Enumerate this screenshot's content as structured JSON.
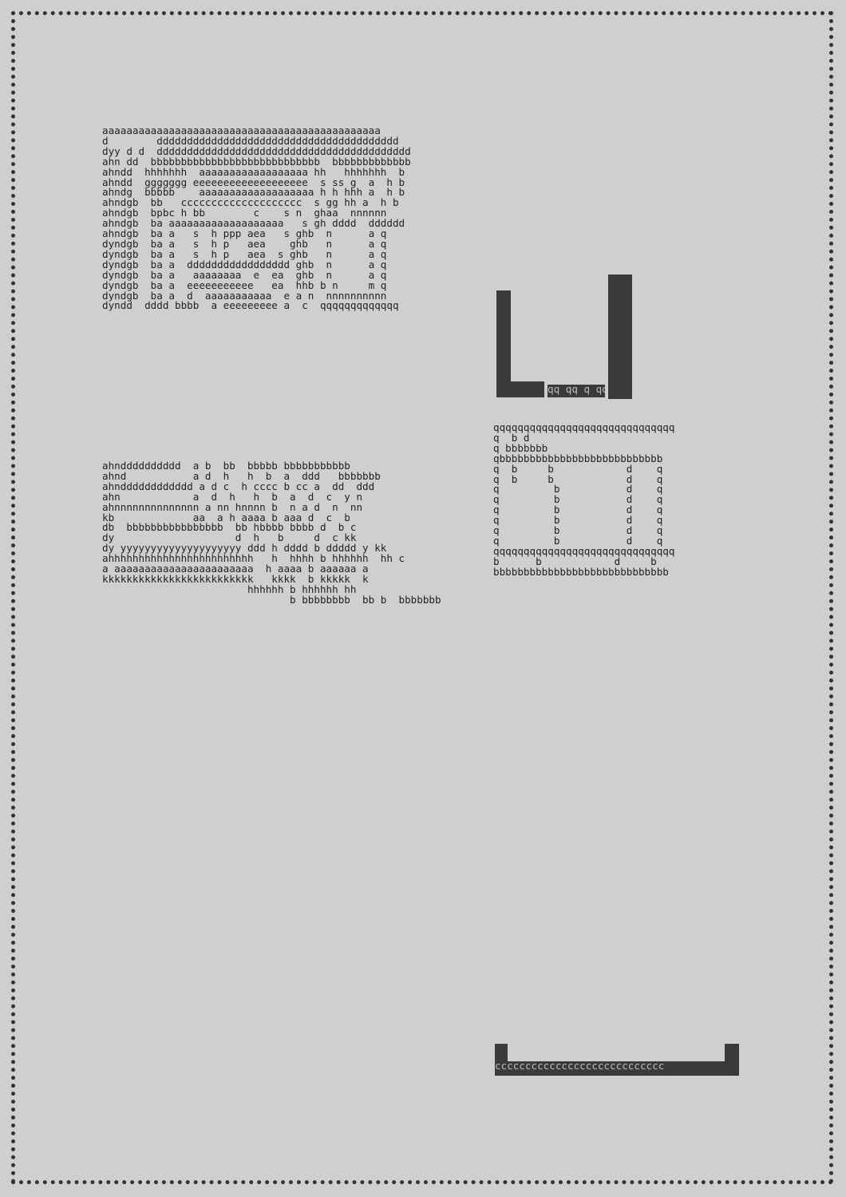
{
  "art_top": [
    "aaaaaaaaaaaaaaaaaaaaaaaaaaaaaaaaaaaaaaaaaaaaaa",
    "d        dddddddddddddddddddddddddddddddddddddddd",
    "dyy d d  dddddddddddddddddddddddddddddddddddddddddd",
    "ahn dd  bbbbbbbbbbbbbbbbbbbbbbbbbbbb  bbbbbbbbbbbbb",
    "ahndd  hhhhhhh  aaaaaaaaaaaaaaaaaa hh   hhhhhhh  b",
    "ahndd  ggggggg eeeeeeeeeeeeeeeeeee  s ss g  a  h b",
    "ahndg  bbbbb    aaaaaaaaaaaaaaaaaaa h h hhh a  h b",
    "ahndgb  bb   cccccccccccccccccccc  s gg hh a  h b",
    "ahndgb  bpbc h bb        c    s n  ghaa  nnnnnn",
    "ahndgb  ba aaaaaaaaaaaaaaaaaaa   s gh dddd  dddddd",
    "ahndgb  ba a   s  h ppp aea   s ghb  n      a q",
    "dyndgb  ba a   s  h p   aea    ghb   n      a q",
    "dyndgb  ba a   s  h p   aea  s ghb   n      a q",
    "dyndgb  ba a  ddddddddddddddddd ghb  n      a q",
    "dyndgb  ba a   aaaaaaaa  e  ea  ghb  n      a q",
    "dyndgb  ba a  eeeeeeeeeee   ea  hhb b n     m q",
    "dyndgb  ba a  d  aaaaaaaaaaa  e a n  nnnnnnnnnn",
    "dyndd  dddd bbbb  a eeeeeeeee a  c  qqqqqqqqqqqqq"
  ],
  "art_left": [
    "ahndddddddddd  a b  bb  bbbbb bbbbbbbbbbb",
    "ahnd           a d  h   h  b  a  ddd   bbbbbbb",
    "ahndddddddddddd a d c  h cccc b cc a  dd  ddd",
    "ahn            a  d  h   h  b  a  d  c  y n",
    "ahnnnnnnnnnnnnnn a nn hnnnn b  n a d  n  nn",
    "kb             aa  a h aaaa b aaa d  c  b",
    "db  bbbbbbbbbbbbbbbb  bb hbbbb bbbb d  b c",
    "dy                    d  h   b     d  c kk",
    "dy yyyyyyyyyyyyyyyyyyyy ddd h dddd b ddddd y kk",
    "ahhhhhhhhhhhhhhhhhhhhhhhh   h  hhhh b hhhhhh  hh c",
    "a aaaaaaaaaaaaaaaaaaaaaaa  h aaaa b aaaaaa a",
    "kkkkkkkkkkkkkkkkkkkkkkkkk   kkkk  b kkkkk  k",
    "                        hhhhhh b hhhhhh hh",
    "                               b bbbbbbbb  bb b  bbbbbbb"
  ],
  "art_right": [
    "qqqqqqqqqqqqqqqqqqqqqqqqqqqqqq",
    "q  b d",
    "q bbbbbbb",
    "qbbbbbbbbbbbbbbbbbbbbbbbbbbb",
    "q  b     b            d    q",
    "q  b     b            d    q",
    "q         b           d    q",
    "q         b           d    q",
    "q         b           d    q",
    "q         b           d    q",
    "q         b           d    q",
    "q         b           d    q",
    "qqqqqqqqqqqqqqqqqqqqqqqqqqqqqq",
    "b      b            d     b",
    "bbbbbbbbbbbbbbbbbbbbbbbbbbbbb"
  ],
  "dark_block_q": "qq qq q qq qq q qq qq q qq",
  "dark_block_c": "cccccccccccccccccccccccccccc"
}
